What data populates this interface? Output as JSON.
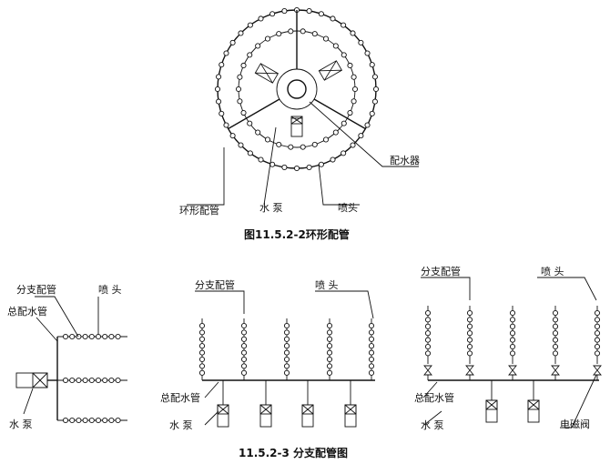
{
  "top_diagram": {
    "caption": "图11.5.2-2环形配管",
    "labels": {
      "ring_pipe": "环形配管",
      "pump": "水 泵",
      "nozzle": "喷头",
      "distributor": "配水器"
    }
  },
  "bottom_diagrams": {
    "caption": "11.5.2-3 分支配管图",
    "left": {
      "branch_pipe": "分支配管",
      "main_pipe": "总配水管",
      "nozzle": "喷 头",
      "pump": "水 泵"
    },
    "middle": {
      "branch_pipe": "分支配管",
      "main_pipe": "总配水管",
      "nozzle": "喷 头",
      "pump": "水 泵"
    },
    "right": {
      "branch_pipe": "分支配管",
      "main_pipe": "总配水管",
      "nozzle": "喷 头",
      "pump": "水 泵",
      "solenoid": "电磁阀"
    }
  }
}
